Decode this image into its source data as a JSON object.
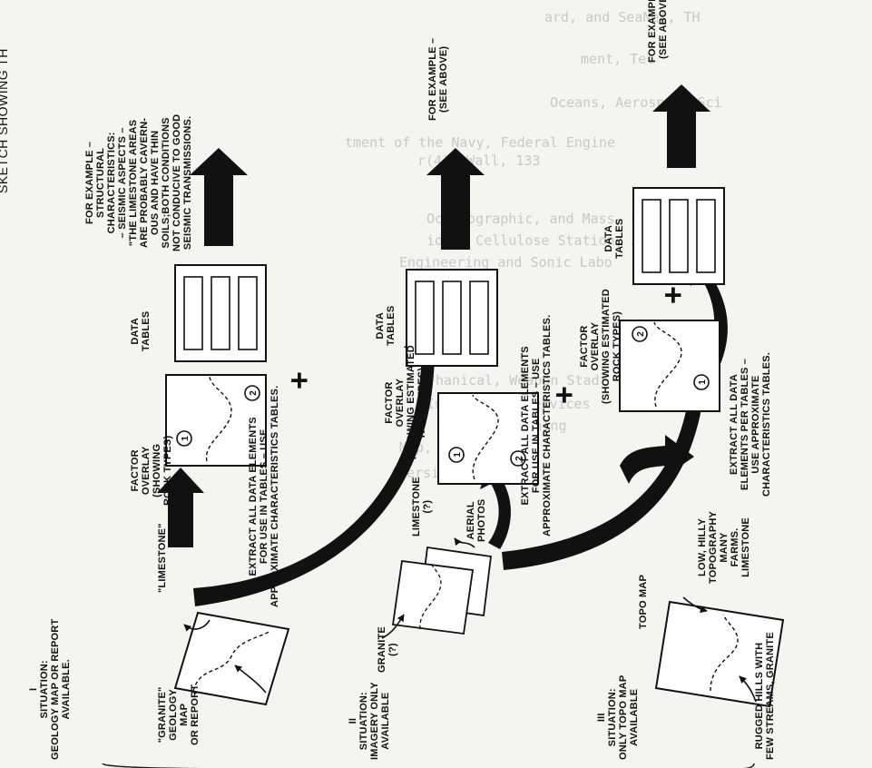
{
  "title": "SKETCH SHOWING TH",
  "faint_background_text": [
    "ard, and SeaNet, TH",
    "ment, Tel",
    "Oceans, Aerospace Sci",
    "tment of the Navy, Federal Engine",
    "r(4), Wall, 133",
    "Oceanographic, and Mass, Nadi",
    "ional Cellulose Station, Allbr",
    "Engineering and Sonic Labo",
    "tute, (3)",
    "hanical, Weapon Stadt",
    "Information Services",
    "ing and Training",
    "Map, Atlanta",
    "iversity, 7 Lam"
  ],
  "rows": [
    {
      "situation": [
        "I",
        "SITUATION:",
        "GEOLOGY MAP OR REPORT",
        "AVAILABLE."
      ],
      "source_label": [
        "\"GRANITE\"",
        "GEOLOGY",
        "MAP",
        "OR REPORT"
      ],
      "upper_label": [
        "\"LIMESTONE\""
      ],
      "extract": [
        "EXTRACT ALL DATA ELEMENTS",
        "FOR USE IN TABLES – USE",
        "APPROXIMATE CHARACTERISTICS TABLES."
      ],
      "overlay": [
        "FACTOR",
        "OVERLAY",
        "(SHOWING",
        "ROCK TYPES)"
      ],
      "tables": [
        "DATA",
        "TABLES"
      ],
      "example": [
        "FOR EXAMPLE –",
        "STRUCTURAL",
        "CHARACTERISTICS:",
        "– SEISMIC ASPECTS –",
        "\"THE LIMESTONE AREAS",
        "ARE PROBABLY CAVERN-",
        "OUS AND HAVE THIN",
        "SOILS;BOTH CONDITIONS",
        "NOT CONDUCIVE TO GOOD",
        "SEISMIC TRANSMISSIONS."
      ]
    },
    {
      "situation": [
        "II",
        "SITUATION:",
        "IMAGERY ONLY",
        "AVAILABLE"
      ],
      "source_label": [
        "GRANITE",
        "(?)"
      ],
      "upper_label": [
        "LIMESTONE",
        "(?)"
      ],
      "photos": [
        "AERIAL",
        "PHOTOS"
      ],
      "extract": [
        "EXTRACT ALL DATA ELEMENTS",
        "FOR USE IN TABLES – USE",
        "APPROXIMATE CHARACTERISTICS TABLES."
      ],
      "overlay": [
        "FACTOR",
        "OVERLAY",
        "(SHOWING ESTIMATED",
        "ROCK TYPES)"
      ],
      "tables": [
        "DATA",
        "TABLES"
      ],
      "example": [
        "FOR EXAMPLE –",
        "(SEE ABOVE)"
      ]
    },
    {
      "situation": [
        "III",
        "SITUATION:",
        "ONLY TOPO MAP",
        "AVAILABLE"
      ],
      "source_label": [
        "RUGGED HILLS WITH",
        "FEW STREAMS, GRANITE"
      ],
      "map_label": [
        "TOPO MAP"
      ],
      "upper_label": [
        "LOW, HILLY",
        "TOPOGRAPHY",
        "MANY",
        "FARMS.",
        "LIMESTONE"
      ],
      "extract": [
        "EXTRACT ALL DATA",
        "ELEMENTS PER TABLES –",
        "USE APPROXIMATE",
        "CHARACTERISTICS TABLES."
      ],
      "overlay": [
        "FACTOR",
        "OVERLAY",
        "(SHOWING ESTIMATED",
        "ROCK TYPES)"
      ],
      "tables": [
        "DATA",
        "TABLES"
      ],
      "example": [
        "FOR EXAMPLE",
        "(SEE ABOVE)"
      ]
    }
  ],
  "marks": {
    "plus": "+",
    "circle_1": "1",
    "circle_2": "2"
  }
}
